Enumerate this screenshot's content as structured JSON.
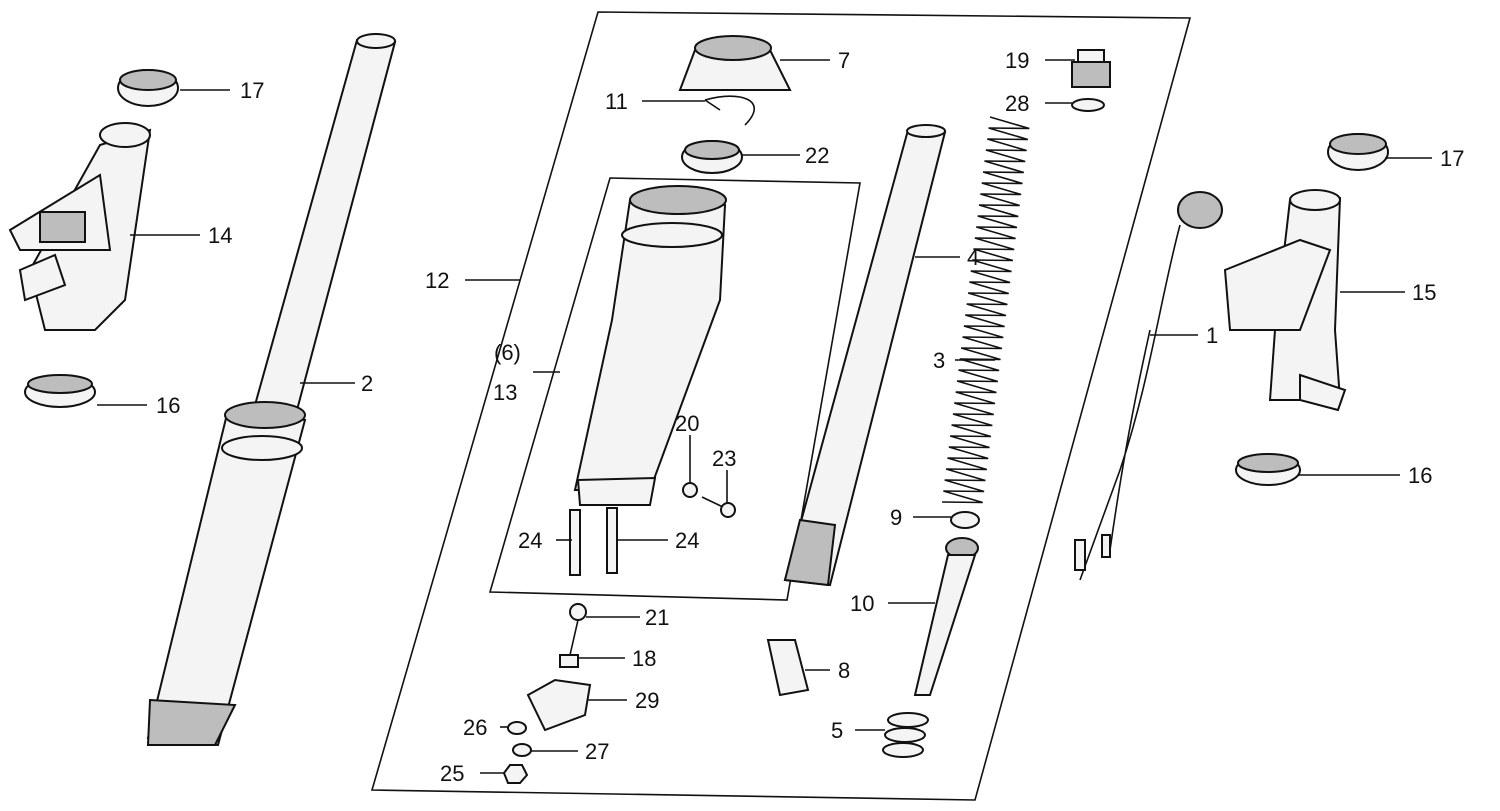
{
  "diagram": {
    "type": "exploded-parts-diagram",
    "labels": {
      "p17a": "17",
      "p14": "14",
      "p16a": "16",
      "p2": "2",
      "p7": "7",
      "p11": "11",
      "p22": "22",
      "p12": "12",
      "p6": "(6)",
      "p13": "13",
      "p20": "20",
      "p23": "23",
      "p24a": "24",
      "p24b": "24",
      "p21": "21",
      "p18": "18",
      "p29": "29",
      "p26": "26",
      "p27": "27",
      "p25": "25",
      "p4": "4",
      "p19": "19",
      "p28": "28",
      "p3": "3",
      "p9": "9",
      "p10": "10",
      "p8": "8",
      "p5": "5",
      "p1": "1",
      "p17b": "17",
      "p15": "15",
      "p16b": "16"
    }
  }
}
